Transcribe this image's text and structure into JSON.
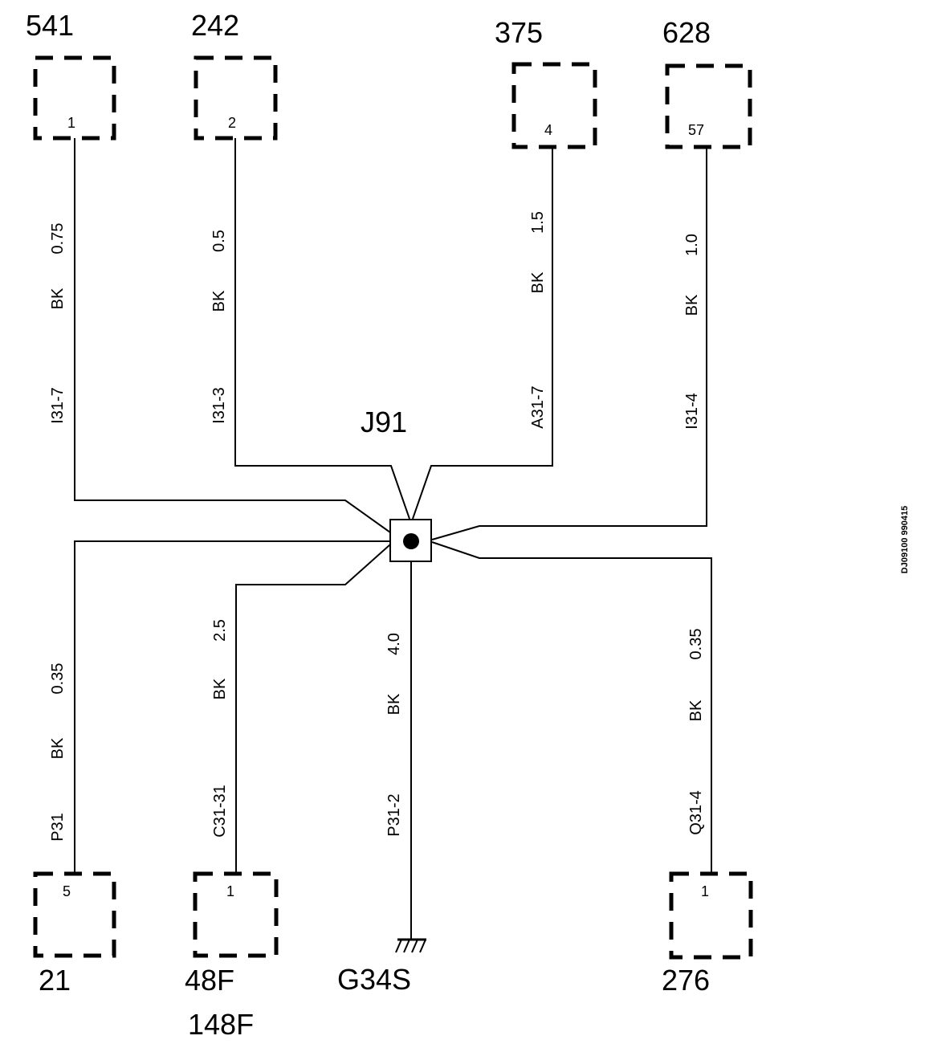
{
  "junction": {
    "label": "J91"
  },
  "ground": {
    "label": "G34S"
  },
  "doc_code": "DJ09100 990415",
  "connectors": {
    "c541": {
      "label": "541",
      "pin": "1"
    },
    "c242": {
      "label": "242",
      "pin": "2"
    },
    "c375": {
      "label": "375",
      "pin": "4"
    },
    "c628": {
      "label": "628",
      "pin": "57"
    },
    "c21": {
      "label": "21",
      "pin": "5"
    },
    "c48f": {
      "label": "48F",
      "label2": "148F",
      "pin": "1"
    },
    "c276": {
      "label": "276",
      "pin": "1"
    }
  },
  "wires": {
    "w541": {
      "size": "0.75",
      "color": "BK",
      "id": "I31-7"
    },
    "w242": {
      "size": "0.5",
      "color": "BK",
      "id": "I31-3"
    },
    "w375": {
      "size": "1.5",
      "color": "BK",
      "id": "A31-7"
    },
    "w628": {
      "size": "1.0",
      "color": "BK",
      "id": "I31-4"
    },
    "w21": {
      "size": "0.35",
      "color": "BK",
      "id": "P31"
    },
    "w48f": {
      "size": "2.5",
      "color": "BK",
      "id": "C31-31"
    },
    "wg": {
      "size": "4.0",
      "color": "BK",
      "id": "P31-2"
    },
    "w276": {
      "size": "0.35",
      "color": "BK",
      "id": "Q31-4"
    }
  }
}
